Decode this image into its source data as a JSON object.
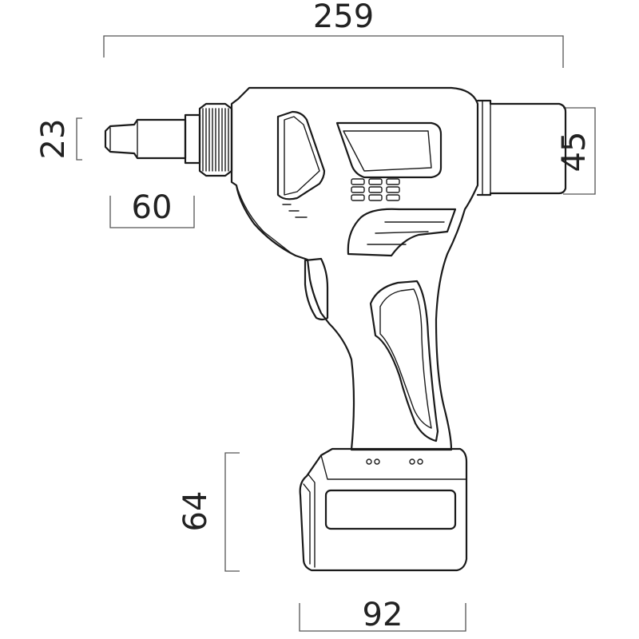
{
  "dimensions": {
    "overall_length": "259",
    "nose_diameter": "23",
    "nose_length": "60",
    "motor_diameter": "45",
    "battery_height": "64",
    "battery_width": "92"
  }
}
